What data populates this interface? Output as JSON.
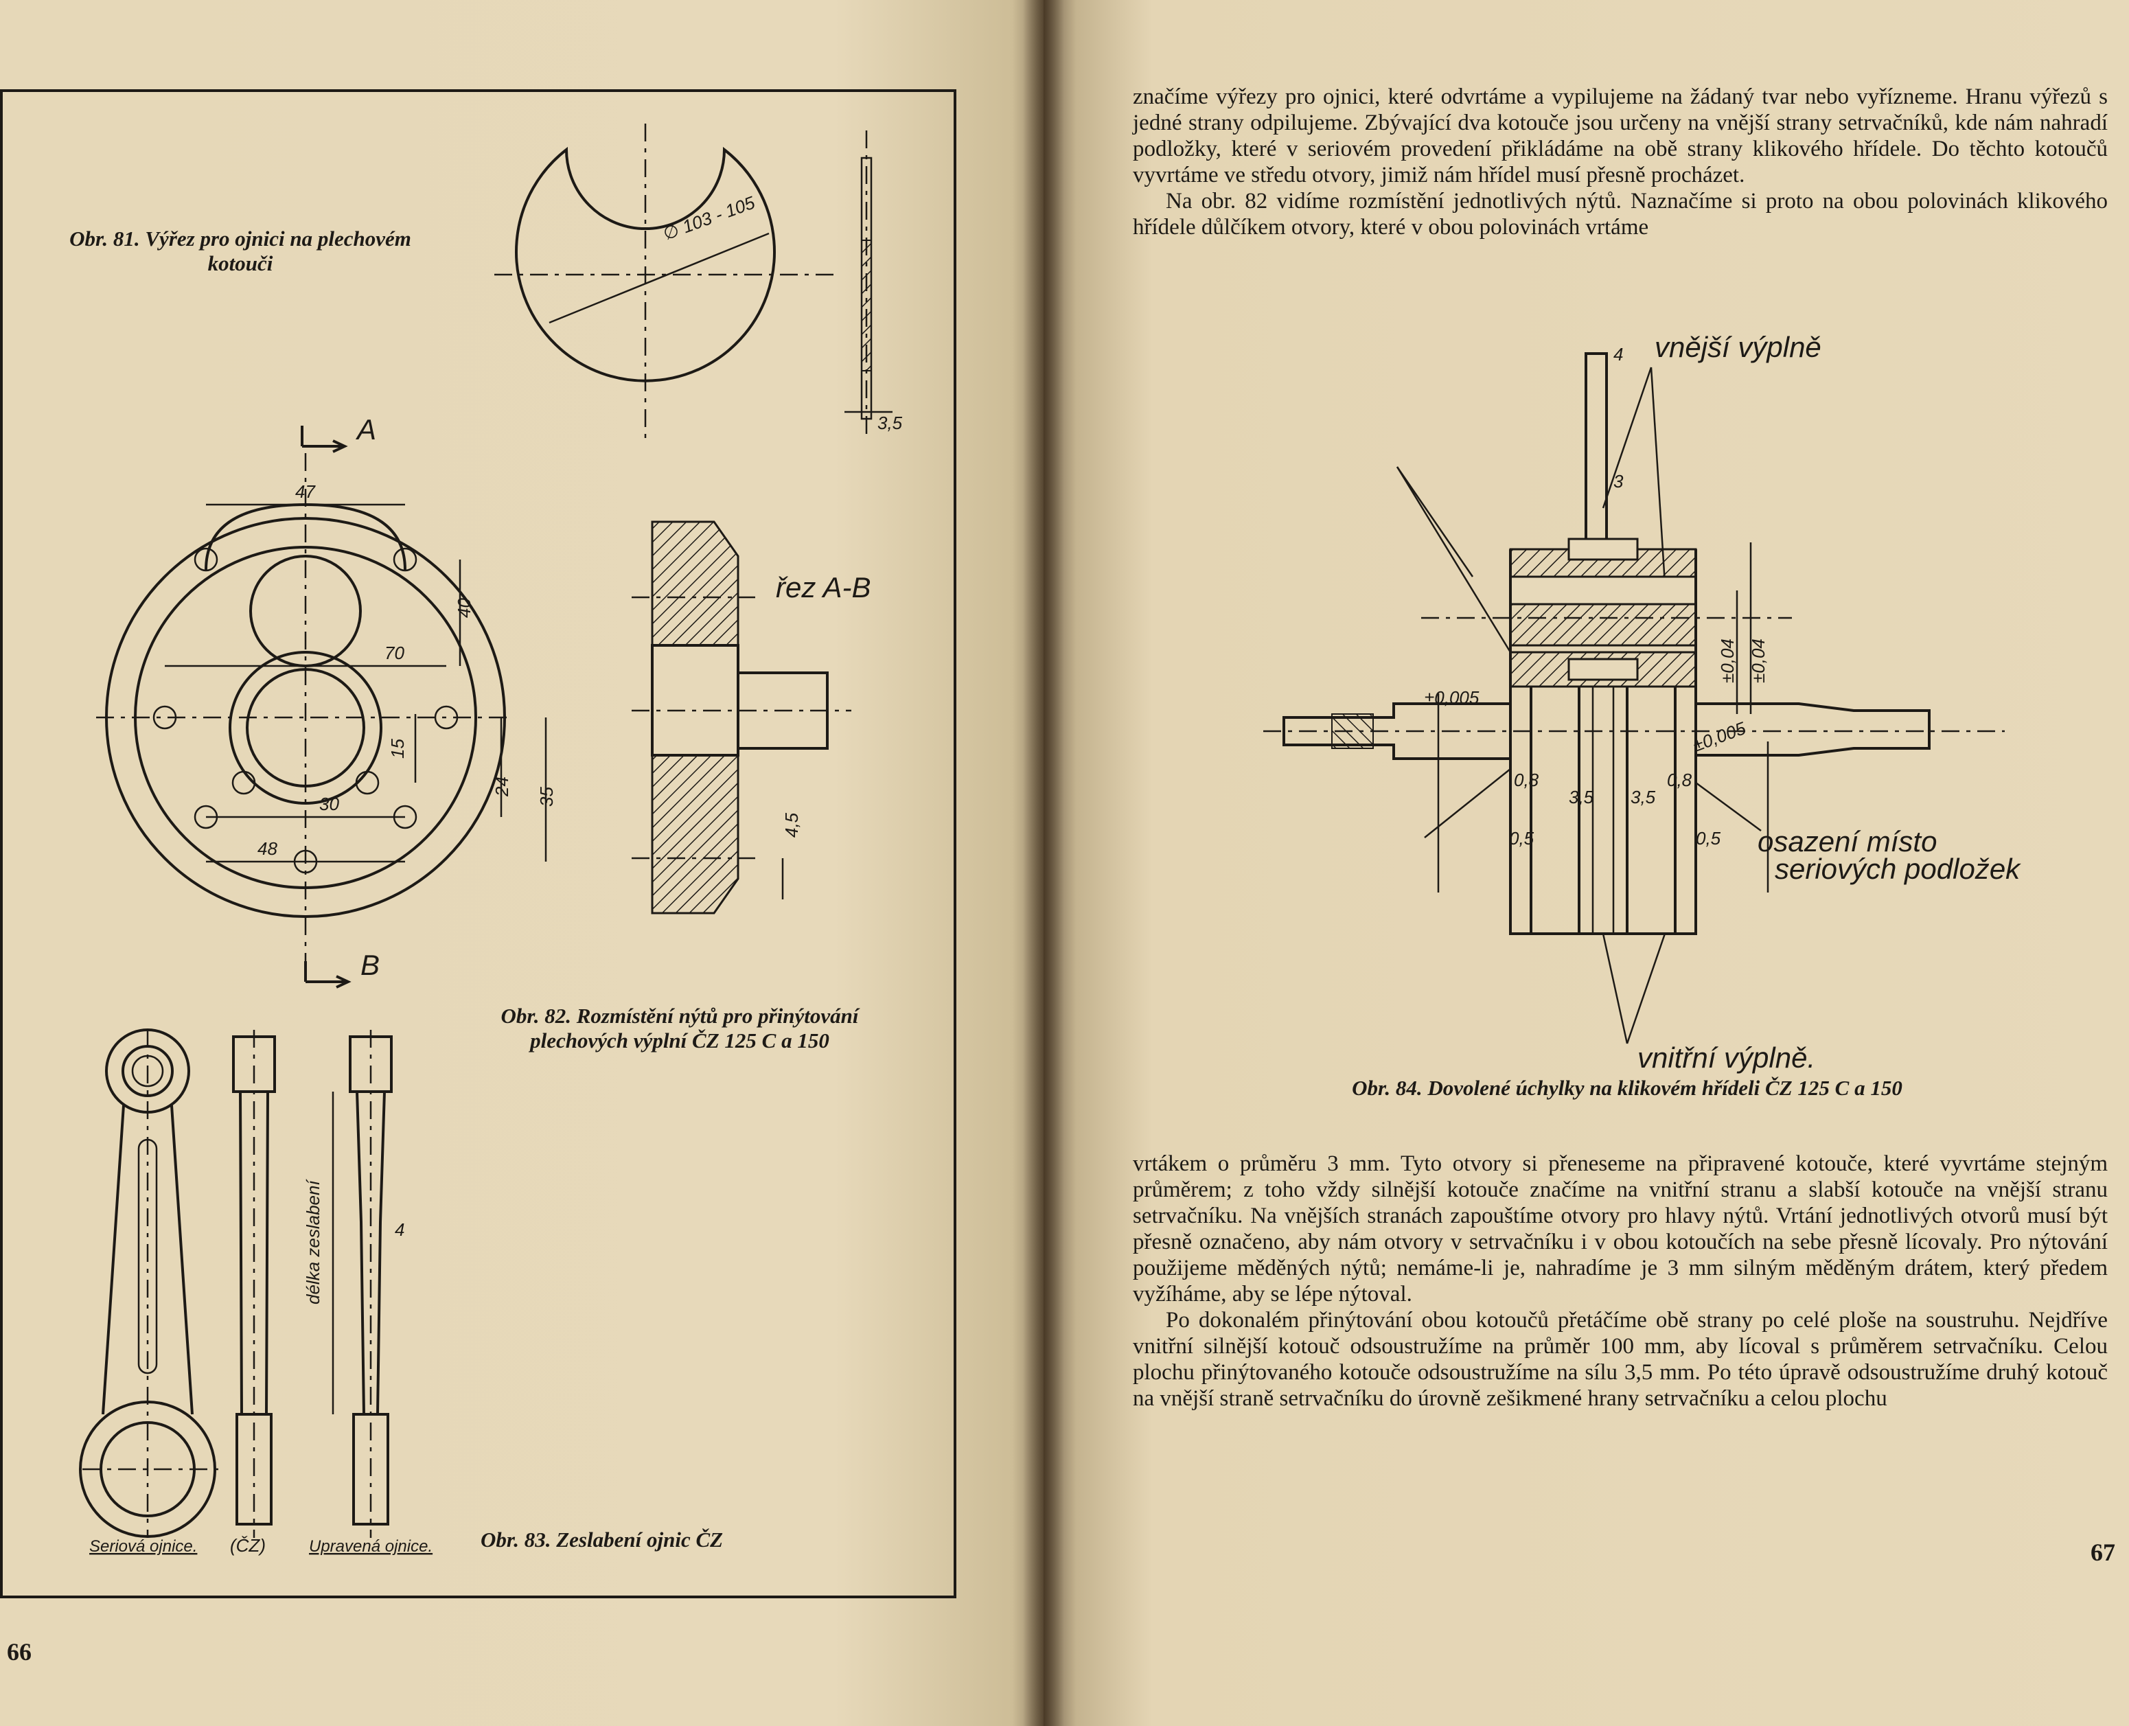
{
  "left_page": {
    "page_number": "66",
    "figures": {
      "fig81": {
        "caption": "Obr. 81. Výřez pro ojnici na plechovém kotouči",
        "dim_diameter": "∅ 103 - 105",
        "dim_thickness": "3,5"
      },
      "fig82": {
        "caption": "Obr. 82. Rozmístění nýtů pro přinýtování plechových výplní ČZ 125 C a 150",
        "section_marker_top": "A",
        "section_marker_bottom": "B",
        "section_label": "řez A-B",
        "dims": [
          "47",
          "40",
          "70",
          "15",
          "24",
          "35",
          "30",
          "48",
          "4,5"
        ]
      },
      "fig83": {
        "caption": "Obr. 83. Zeslabení ojnic ČZ",
        "label_serial": "Seriová ojnice.",
        "label_cz": "(ČZ)",
        "label_modified": "Upravená ojnice.",
        "label_length": "délka zeslabení",
        "dim_small": "4"
      }
    }
  },
  "right_page": {
    "page_number": "67",
    "paragraph_1": "značíme výřezy pro ojnici, které odvrtáme a vypilujeme na žádaný tvar nebo vyřízneme. Hranu výřezů s jedné strany odpilujeme. Zbývající dva kotouče jsou určeny na vnější strany setrvačníků, kde nám nahradí podložky, které v seriovém provedení přikládáme na obě strany klikového hřídele. Do těchto kotoučů vyvrtáme ve středu otvory, jimiž nám hřídel musí přesně procházet.",
    "paragraph_2": "Na obr. 82 vidíme rozmístění jednotlivých nýtů. Naznačíme si proto na obou polovinách klikového hřídele důlčíkem otvory, které v obou polovinách vrtáme",
    "fig84": {
      "caption": "Obr. 84. Dovolené úchylky na klikovém hřídeli ČZ 125 C a 150",
      "label_outer": "vnější výplně",
      "label_inner": "vnitřní výplně.",
      "label_seat_1": "osazení místo",
      "label_seat_2": "seriových podložek",
      "dims": [
        "4",
        "3",
        "±0,04",
        "±0,04",
        "±0,005",
        "±0,005",
        "0,8",
        "0,8",
        "3,5",
        "3,5",
        "0,5",
        "0,5"
      ]
    },
    "paragraph_3": "vrtákem o průměru 3 mm. Tyto otvory si přeneseme na připravené kotouče, které vyvrtáme stejným průměrem; z toho vždy silnější kotouče značíme na vnitřní stranu a slabší kotouče na vnější stranu setrvačníku. Na vnějších stranách zapouštíme otvory pro hlavy nýtů. Vrtání jednotlivých otvorů musí být přesně označeno, aby nám otvory v setrvačníku i v obou kotoučích na sebe přesně lícovaly. Pro nýtování použijeme měděných nýtů; nemáme-li je, nahradíme je 3 mm silným měděným drátem, který předem vyžíháme, aby se lépe nýtoval.",
    "paragraph_4": "Po dokonalém přinýtování obou kotoučů přetáčíme obě strany po celé ploše na soustruhu. Nejdříve vnitřní silnější kotouč odsoustružíme na průměr 100 mm, aby lícoval s průměrem setrvačníku. Celou plochu přinýtovaného kotouče odsoustružíme na sílu 3,5 mm. Po této úpravě odsoustružíme druhý kotouč na vnější straně setrvačníku do úrovně zešikmené hrany setrvačníku a celou plochu"
  }
}
